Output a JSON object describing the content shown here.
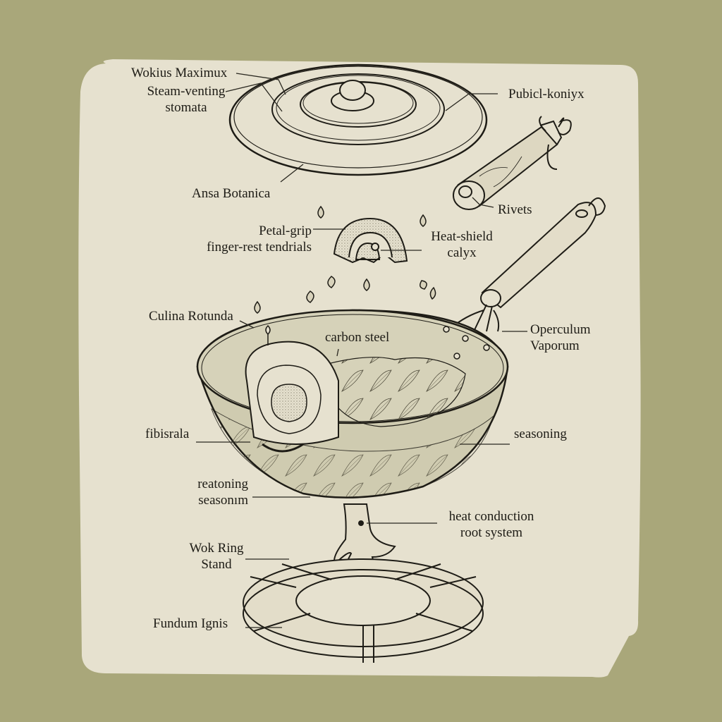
{
  "diagram": {
    "title": "Exploded botanical wok anatomy",
    "colors": {
      "background": "#a9a77a",
      "paper": "#e6e1cf",
      "ink": "#1e1c16",
      "wok_tint": "#cfcbb0"
    },
    "labels": [
      {
        "id": "wokius-maximux",
        "text": "Wokius Maximux"
      },
      {
        "id": "steam-venting-stomata",
        "line1": "Steam-venting",
        "line2": "stomata"
      },
      {
        "id": "pubicl-koniyx",
        "text": "Pubicl-koniyx"
      },
      {
        "id": "ansa-botanica",
        "text": "Ansa Botanica"
      },
      {
        "id": "rivets",
        "text": "Rivets"
      },
      {
        "id": "petal-grip",
        "line1": "Petal-grip",
        "line2": "finger-rest tendrials"
      },
      {
        "id": "heat-shield-calyx",
        "line1": "Heat-shield",
        "line2": "calyx"
      },
      {
        "id": "culina-rotunda",
        "text": "Culina Rotunda"
      },
      {
        "id": "carbon-steel",
        "text": "carbon steel"
      },
      {
        "id": "operculum-vaporum",
        "line1": "Operculum",
        "line2": "Vaporum"
      },
      {
        "id": "fibisrala",
        "text": "fibisrala"
      },
      {
        "id": "seasoning",
        "text": "seasoning"
      },
      {
        "id": "reatoning-seasonim",
        "line1": "reatoning",
        "line2": "seasonım"
      },
      {
        "id": "heat-conduction-root-system",
        "line1": "heat conduction",
        "line2": "root system"
      },
      {
        "id": "wok-ring-stand",
        "line1": "Wok Ring",
        "line2": "Stand"
      },
      {
        "id": "fundum-ignis",
        "text": "Fundum Ignis"
      }
    ],
    "parts": [
      "lid",
      "detached-handle",
      "heat-shield-calyx",
      "wok-bowl",
      "long-handle",
      "root-stem",
      "ring-stand",
      "seed-droplets"
    ]
  }
}
